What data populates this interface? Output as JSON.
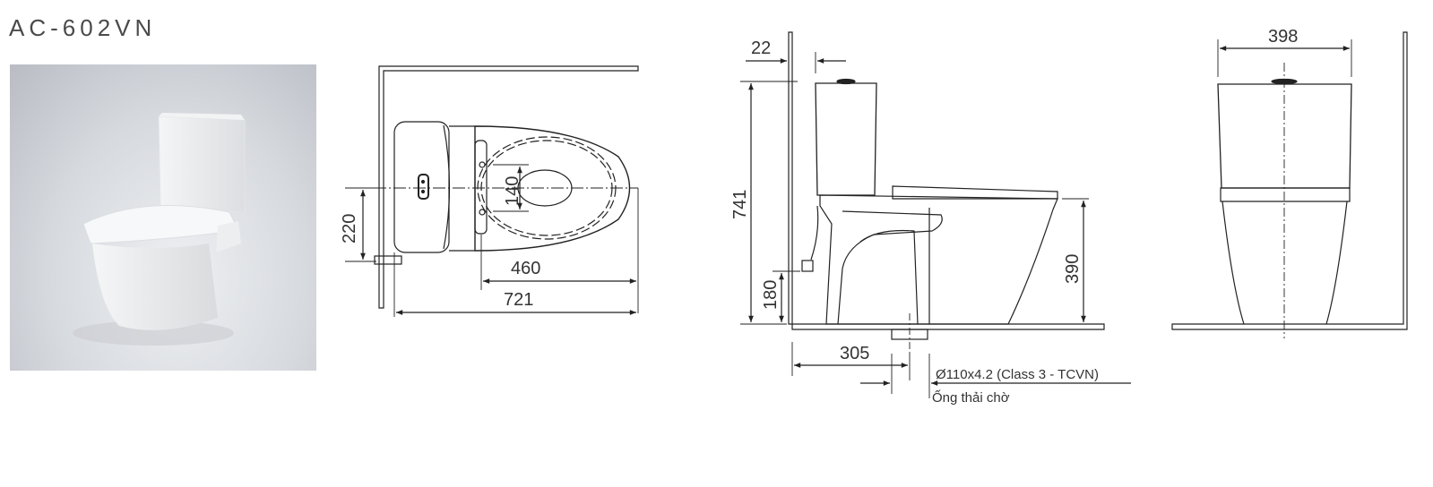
{
  "product": {
    "model": "AC-602VN",
    "photo_alt": "Two-piece toilet product render"
  },
  "views": {
    "top": {
      "label": "top-view",
      "dimensions": {
        "depth_total": "721",
        "bowl_from_seat_hinge": "460",
        "supply_offset": "220",
        "outlet_width": "140"
      }
    },
    "side": {
      "label": "side-view",
      "dimensions": {
        "wall_gap": "22",
        "total_height": "741",
        "seat_height": "390",
        "supply_height": "180",
        "rough_in": "305"
      },
      "notes": {
        "pipe_spec": "Ø110x4.2 (Class 3 - TCVN)",
        "pipe_label": "Ống thải chờ"
      }
    },
    "front": {
      "label": "front-view",
      "dimensions": {
        "width": "398"
      }
    }
  },
  "colors": {
    "line": "#222222",
    "text": "#333333",
    "title": "#4a4a4a",
    "photo_bg": "#c4c7cd"
  }
}
